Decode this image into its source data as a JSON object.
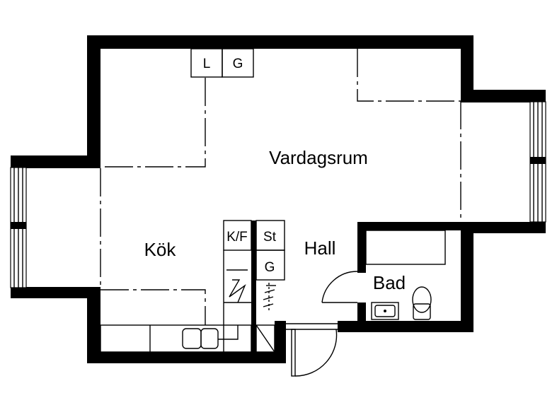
{
  "rooms": {
    "living_room": "Vardagsrum",
    "kitchen": "Kök",
    "hall": "Hall",
    "bathroom": "Bad"
  },
  "appliances": {
    "top_left": "L",
    "top_right": "G",
    "fridge_freezer": "K/F",
    "storage": "St",
    "hall_closet": "G"
  }
}
